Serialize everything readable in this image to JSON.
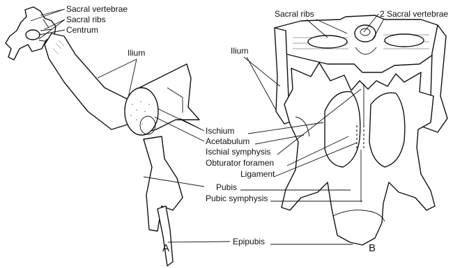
{
  "labels": {
    "sacral_vertebrae": "Sacral vertebrae",
    "sacral_ribs_a": "Sacral ribs",
    "centrum": "Centrum",
    "ilium_a": "Ilium",
    "sacral_ribs_b": "Sacral ribs",
    "two_sacral_vertebrae": "2 Sacral vertebrae",
    "ilium_b": "Ilium",
    "ischium": "Ischium",
    "acetabulum": "Acetabulum",
    "ischial_symphysis": "Ischial symphysis",
    "obturator_foramen": "Obturator foramen",
    "ligament": "Ligament",
    "pubis": "Pubis",
    "pubic_symphysis": "Pubic symphysis",
    "epipubis": "Epipubis",
    "panel_a": "A",
    "panel_b": "B"
  }
}
